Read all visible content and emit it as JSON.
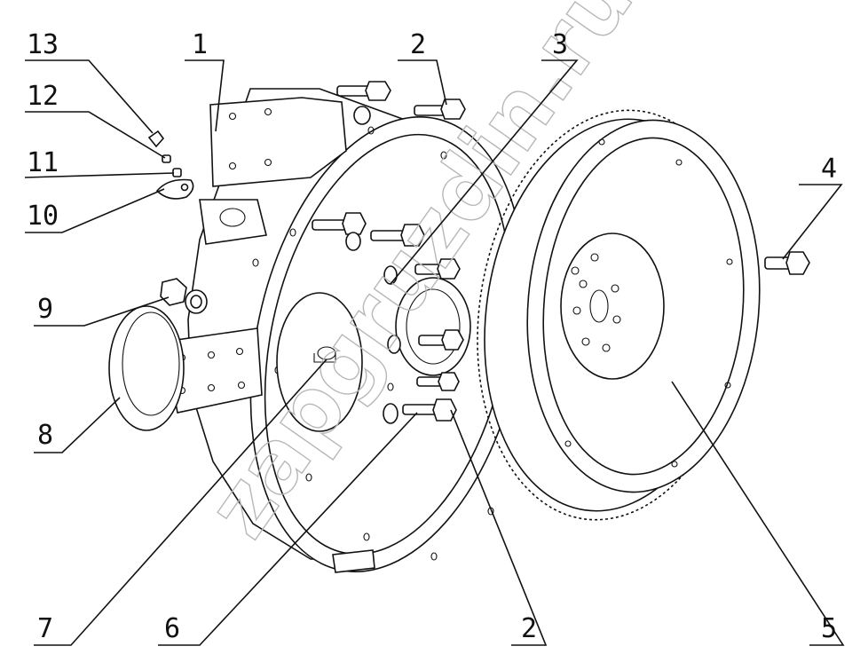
{
  "watermark": "zapgruzdin.ru",
  "callouts": [
    {
      "id": "13",
      "label": "13"
    },
    {
      "id": "12",
      "label": "12"
    },
    {
      "id": "11",
      "label": "11"
    },
    {
      "id": "10",
      "label": "10"
    },
    {
      "id": "9",
      "label": "9"
    },
    {
      "id": "8",
      "label": "8"
    },
    {
      "id": "7",
      "label": "7"
    },
    {
      "id": "6",
      "label": "6"
    },
    {
      "id": "1",
      "label": "1"
    },
    {
      "id": "2a",
      "label": "2"
    },
    {
      "id": "3",
      "label": "3"
    },
    {
      "id": "4",
      "label": "4"
    },
    {
      "id": "2b",
      "label": "2"
    },
    {
      "id": "5",
      "label": "5"
    }
  ]
}
